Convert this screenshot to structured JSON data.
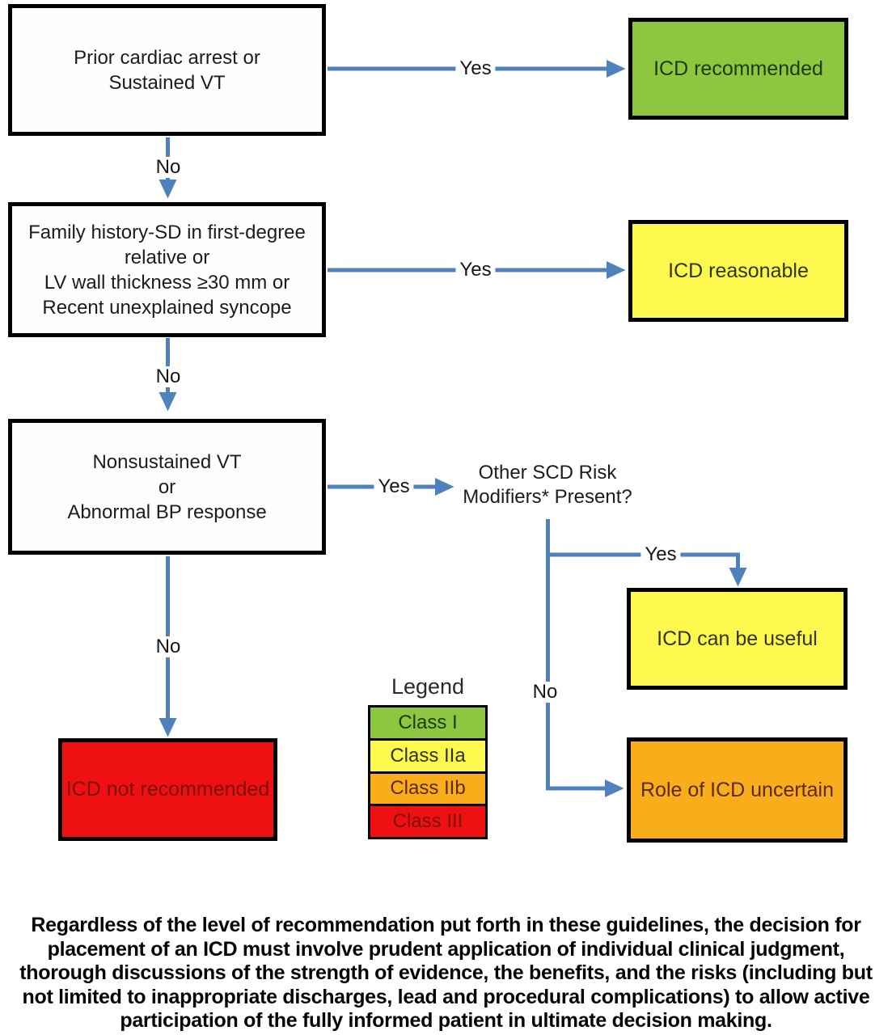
{
  "colors": {
    "arrow": "#4f81bd",
    "box_border": "#000000",
    "background": "#ffffff"
  },
  "classes": {
    "class_i": {
      "fill": "#8dc63f",
      "text": "#1d3a0d"
    },
    "class_iia": {
      "fill": "#fcf84e",
      "text": "#33350f"
    },
    "class_iib": {
      "fill": "#f9ad1b",
      "text": "#5c2a05"
    },
    "class_iii": {
      "fill": "#ef1111",
      "text": "#7c0f04"
    }
  },
  "nodes": {
    "q1": {
      "text": [
        "Prior cardiac arrest or",
        "Sustained VT"
      ]
    },
    "q2": {
      "text": [
        "Family history-SD in first-degree",
        "relative or",
        "LV wall thickness ≥30 mm or",
        "Recent unexplained syncope"
      ]
    },
    "q3": {
      "text": [
        "Nonsustained VT",
        "or",
        "Abnormal BP response"
      ]
    },
    "decision": {
      "text": [
        "Other SCD Risk",
        "Modifiers* Present?"
      ]
    },
    "icd_recommended": {
      "label": "ICD recommended"
    },
    "icd_reasonable": {
      "label": "ICD reasonable"
    },
    "icd_can_be_useful": {
      "label": "ICD can be useful"
    },
    "role_of_icd_uncertain": {
      "label": "Role of ICD uncertain"
    },
    "icd_not_recommended": {
      "label": "ICD not recommended"
    }
  },
  "edge_labels": {
    "q1_yes": "Yes",
    "q1_no": "No",
    "q2_yes": "Yes",
    "q2_no": "No",
    "q3_yes": "Yes",
    "q3_no": "No",
    "decision_yes": "Yes",
    "decision_no": "No"
  },
  "legend": {
    "title": "Legend",
    "items": [
      {
        "label": "Class I"
      },
      {
        "label": "Class IIa"
      },
      {
        "label": "Class IIb"
      },
      {
        "label": "Class III"
      }
    ]
  },
  "footnote": [
    "Regardless of the level of recommendation put forth in these guidelines, the decision for",
    "placement of an ICD must involve prudent application of individual clinical judgment,",
    "thorough discussions of the strength of evidence, the benefits, and the risks (including but",
    "not limited to inappropriate discharges, lead and procedural complications) to allow active",
    "participation of the fully informed patient in ultimate decision making."
  ]
}
